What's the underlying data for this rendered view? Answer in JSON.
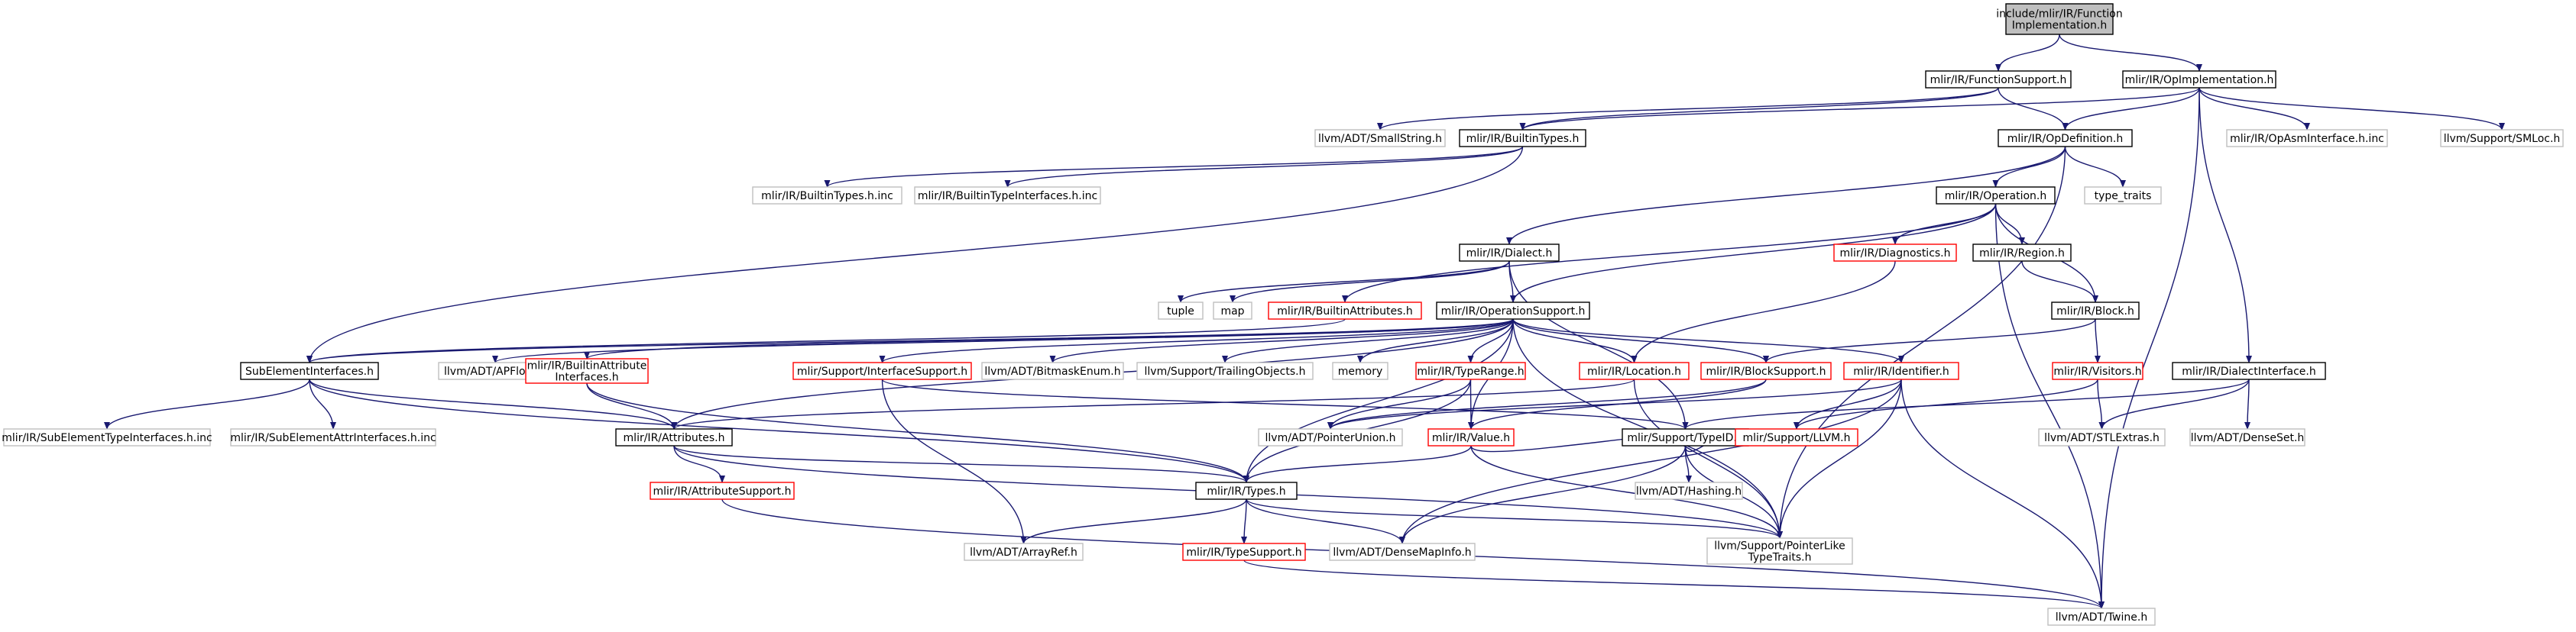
{
  "title": "include/mlir/IR/Function Implementation.h",
  "colors": {
    "edge": "#191970",
    "root_fill": "#bfbfbf",
    "border_normal": "#000000",
    "border_missing": "#bfbfbf",
    "border_truncated": "#ff0000"
  },
  "nodes": {
    "root": {
      "lines": [
        "include/mlir/IR/Function",
        "Implementation.h"
      ],
      "style": "root"
    },
    "functionsupport": {
      "lines": [
        "mlir/IR/FunctionSupport.h"
      ],
      "style": "normal"
    },
    "opimplementation": {
      "lines": [
        "mlir/IR/OpImplementation.h"
      ],
      "style": "normal"
    },
    "smallstring": {
      "lines": [
        "llvm/ADT/SmallString.h"
      ],
      "style": "missing"
    },
    "builtintypes": {
      "lines": [
        "mlir/IR/BuiltinTypes.h"
      ],
      "style": "normal"
    },
    "opdefinition": {
      "lines": [
        "mlir/IR/OpDefinition.h"
      ],
      "style": "normal"
    },
    "opasminterface": {
      "lines": [
        "mlir/IR/OpAsmInterface.h.inc"
      ],
      "style": "missing"
    },
    "smloc": {
      "lines": [
        "llvm/Support/SMLoc.h"
      ],
      "style": "missing"
    },
    "builtintypesinc": {
      "lines": [
        "mlir/IR/BuiltinTypes.h.inc"
      ],
      "style": "missing"
    },
    "builtintypeinterfaces": {
      "lines": [
        "mlir/IR/BuiltinTypeInterfaces.h.inc"
      ],
      "style": "missing"
    },
    "operation": {
      "lines": [
        "mlir/IR/Operation.h"
      ],
      "style": "normal"
    },
    "typetraits": {
      "lines": [
        "type_traits"
      ],
      "style": "missing"
    },
    "dialect": {
      "lines": [
        "mlir/IR/Dialect.h"
      ],
      "style": "normal"
    },
    "diagnostics": {
      "lines": [
        "mlir/IR/Diagnostics.h"
      ],
      "style": "truncated"
    },
    "region": {
      "lines": [
        "mlir/IR/Region.h"
      ],
      "style": "normal"
    },
    "block": {
      "lines": [
        "mlir/IR/Block.h"
      ],
      "style": "normal"
    },
    "tuple": {
      "lines": [
        "tuple"
      ],
      "style": "missing"
    },
    "map": {
      "lines": [
        "map"
      ],
      "style": "missing"
    },
    "builtinattributes": {
      "lines": [
        "mlir/IR/BuiltinAttributes.h"
      ],
      "style": "truncated"
    },
    "operationsupport": {
      "lines": [
        "mlir/IR/OperationSupport.h"
      ],
      "style": "normal"
    },
    "subelementinterfaces": {
      "lines": [
        "SubElementInterfaces.h"
      ],
      "style": "normal"
    },
    "apfloat": {
      "lines": [
        "llvm/ADT/APFloat.h"
      ],
      "style": "missing"
    },
    "builtinattrinterfaces": {
      "lines": [
        "mlir/IR/BuiltinAttribute",
        "Interfaces.h"
      ],
      "style": "truncated"
    },
    "interfacesupport": {
      "lines": [
        "mlir/Support/InterfaceSupport.h"
      ],
      "style": "truncated"
    },
    "bitmaskenum": {
      "lines": [
        "llvm/ADT/BitmaskEnum.h"
      ],
      "style": "missing"
    },
    "trailingobjects": {
      "lines": [
        "llvm/Support/TrailingObjects.h"
      ],
      "style": "missing"
    },
    "memory": {
      "lines": [
        "memory"
      ],
      "style": "missing"
    },
    "typerange": {
      "lines": [
        "mlir/IR/TypeRange.h"
      ],
      "style": "truncated"
    },
    "location": {
      "lines": [
        "mlir/IR/Location.h"
      ],
      "style": "truncated"
    },
    "blocksupport": {
      "lines": [
        "mlir/IR/BlockSupport.h"
      ],
      "style": "truncated"
    },
    "identifier": {
      "lines": [
        "mlir/IR/Identifier.h"
      ],
      "style": "truncated"
    },
    "visitors": {
      "lines": [
        "mlir/IR/Visitors.h"
      ],
      "style": "truncated"
    },
    "dialectinterface": {
      "lines": [
        "mlir/IR/DialectInterface.h"
      ],
      "style": "normal"
    },
    "subelementtypeinterfaces": {
      "lines": [
        "mlir/IR/SubElementTypeInterfaces.h.inc"
      ],
      "style": "missing"
    },
    "subelementattrinterfaces": {
      "lines": [
        "mlir/IR/SubElementAttrInterfaces.h.inc"
      ],
      "style": "missing"
    },
    "attributes": {
      "lines": [
        "mlir/IR/Attributes.h"
      ],
      "style": "normal"
    },
    "pointerunion": {
      "lines": [
        "llvm/ADT/PointerUnion.h"
      ],
      "style": "missing"
    },
    "value": {
      "lines": [
        "mlir/IR/Value.h"
      ],
      "style": "truncated"
    },
    "typeid": {
      "lines": [
        "mlir/Support/TypeID.h"
      ],
      "style": "normal"
    },
    "stlextras": {
      "lines": [
        "llvm/ADT/STLExtras.h"
      ],
      "style": "missing"
    },
    "denseset": {
      "lines": [
        "llvm/ADT/DenseSet.h"
      ],
      "style": "missing"
    },
    "attributesupport": {
      "lines": [
        "mlir/IR/AttributeSupport.h"
      ],
      "style": "truncated"
    },
    "hashing": {
      "lines": [
        "llvm/ADT/Hashing.h"
      ],
      "style": "missing"
    },
    "llvm": {
      "lines": [
        "mlir/Support/LLVM.h"
      ],
      "style": "truncated"
    },
    "types": {
      "lines": [
        "mlir/IR/Types.h"
      ],
      "style": "normal"
    },
    "arrayref": {
      "lines": [
        "llvm/ADT/ArrayRef.h"
      ],
      "style": "missing"
    },
    "typesupport": {
      "lines": [
        "mlir/IR/TypeSupport.h"
      ],
      "style": "truncated"
    },
    "densemapinfo": {
      "lines": [
        "llvm/ADT/DenseMapInfo.h"
      ],
      "style": "missing"
    },
    "pointerliketypetraits": {
      "lines": [
        "llvm/Support/PointerLike",
        "TypeTraits.h"
      ],
      "style": "missing"
    },
    "twine": {
      "lines": [
        "llvm/ADT/Twine.h"
      ],
      "style": "missing"
    }
  },
  "edges": [
    [
      "root",
      "functionsupport"
    ],
    [
      "root",
      "opimplementation"
    ],
    [
      "functionsupport",
      "smallstring"
    ],
    [
      "functionsupport",
      "builtintypes"
    ],
    [
      "functionsupport",
      "opdefinition"
    ],
    [
      "opimplementation",
      "builtintypes"
    ],
    [
      "opimplementation",
      "opdefinition"
    ],
    [
      "opimplementation",
      "opasminterface"
    ],
    [
      "opimplementation",
      "smloc"
    ],
    [
      "opimplementation",
      "dialectinterface"
    ],
    [
      "opimplementation",
      "twine"
    ],
    [
      "builtintypes",
      "builtintypesinc"
    ],
    [
      "builtintypes",
      "builtintypeinterfaces"
    ],
    [
      "builtintypes",
      "subelementinterfaces"
    ],
    [
      "opdefinition",
      "operation"
    ],
    [
      "opdefinition",
      "typetraits"
    ],
    [
      "opdefinition",
      "dialect"
    ],
    [
      "opdefinition",
      "pointerliketypetraits"
    ],
    [
      "operation",
      "diagnostics"
    ],
    [
      "operation",
      "region"
    ],
    [
      "operation",
      "block"
    ],
    [
      "operation",
      "builtinattributes"
    ],
    [
      "operation",
      "operationsupport"
    ],
    [
      "operation",
      "twine"
    ],
    [
      "dialect",
      "tuple"
    ],
    [
      "dialect",
      "map"
    ],
    [
      "dialect",
      "operationsupport"
    ],
    [
      "dialect",
      "typeid"
    ],
    [
      "diagnostics",
      "location"
    ],
    [
      "region",
      "block"
    ],
    [
      "block",
      "blocksupport"
    ],
    [
      "block",
      "visitors"
    ],
    [
      "builtinattributes",
      "subelementinterfaces"
    ],
    [
      "operationsupport",
      "subelementinterfaces"
    ],
    [
      "operationsupport",
      "apfloat"
    ],
    [
      "operationsupport",
      "builtinattrinterfaces"
    ],
    [
      "operationsupport",
      "interfacesupport"
    ],
    [
      "operationsupport",
      "bitmaskenum"
    ],
    [
      "operationsupport",
      "trailingobjects"
    ],
    [
      "operationsupport",
      "memory"
    ],
    [
      "operationsupport",
      "typerange"
    ],
    [
      "operationsupport",
      "location"
    ],
    [
      "operationsupport",
      "blocksupport"
    ],
    [
      "operationsupport",
      "identifier"
    ],
    [
      "operationsupport",
      "attributes"
    ],
    [
      "operationsupport",
      "value"
    ],
    [
      "operationsupport",
      "types"
    ],
    [
      "operationsupport",
      "pointerliketypetraits"
    ],
    [
      "subelementinterfaces",
      "subelementtypeinterfaces"
    ],
    [
      "subelementinterfaces",
      "subelementattrinterfaces"
    ],
    [
      "subelementinterfaces",
      "attributes"
    ],
    [
      "subelementinterfaces",
      "types"
    ],
    [
      "builtinattrinterfaces",
      "attributes"
    ],
    [
      "builtinattrinterfaces",
      "types"
    ],
    [
      "interfacesupport",
      "typeid"
    ],
    [
      "interfacesupport",
      "arrayref"
    ],
    [
      "typerange",
      "pointerunion"
    ],
    [
      "typerange",
      "value"
    ],
    [
      "typerange",
      "types"
    ],
    [
      "location",
      "attributes"
    ],
    [
      "location",
      "pointerliketypetraits"
    ],
    [
      "blocksupport",
      "value"
    ],
    [
      "blocksupport",
      "pointerunion"
    ],
    [
      "identifier",
      "llvm"
    ],
    [
      "identifier",
      "densemapinfo"
    ],
    [
      "identifier",
      "pointerunion"
    ],
    [
      "identifier",
      "pointerliketypetraits"
    ],
    [
      "identifier",
      "twine"
    ],
    [
      "visitors",
      "stlextras"
    ],
    [
      "visitors",
      "llvm"
    ],
    [
      "dialectinterface",
      "typeid"
    ],
    [
      "dialectinterface",
      "stlextras"
    ],
    [
      "dialectinterface",
      "denseset"
    ],
    [
      "attributes",
      "attributesupport"
    ],
    [
      "attributes",
      "types"
    ],
    [
      "attributes",
      "pointerliketypetraits"
    ],
    [
      "value",
      "types"
    ],
    [
      "value",
      "llvm"
    ],
    [
      "value",
      "pointerliketypetraits"
    ],
    [
      "typeid",
      "hashing"
    ],
    [
      "typeid",
      "llvm"
    ],
    [
      "typeid",
      "densemapinfo"
    ],
    [
      "typeid",
      "pointerliketypetraits"
    ],
    [
      "attributesupport",
      "twine"
    ],
    [
      "types",
      "arrayref"
    ],
    [
      "types",
      "typesupport"
    ],
    [
      "types",
      "densemapinfo"
    ],
    [
      "types",
      "pointerliketypetraits"
    ],
    [
      "typesupport",
      "twine"
    ]
  ]
}
